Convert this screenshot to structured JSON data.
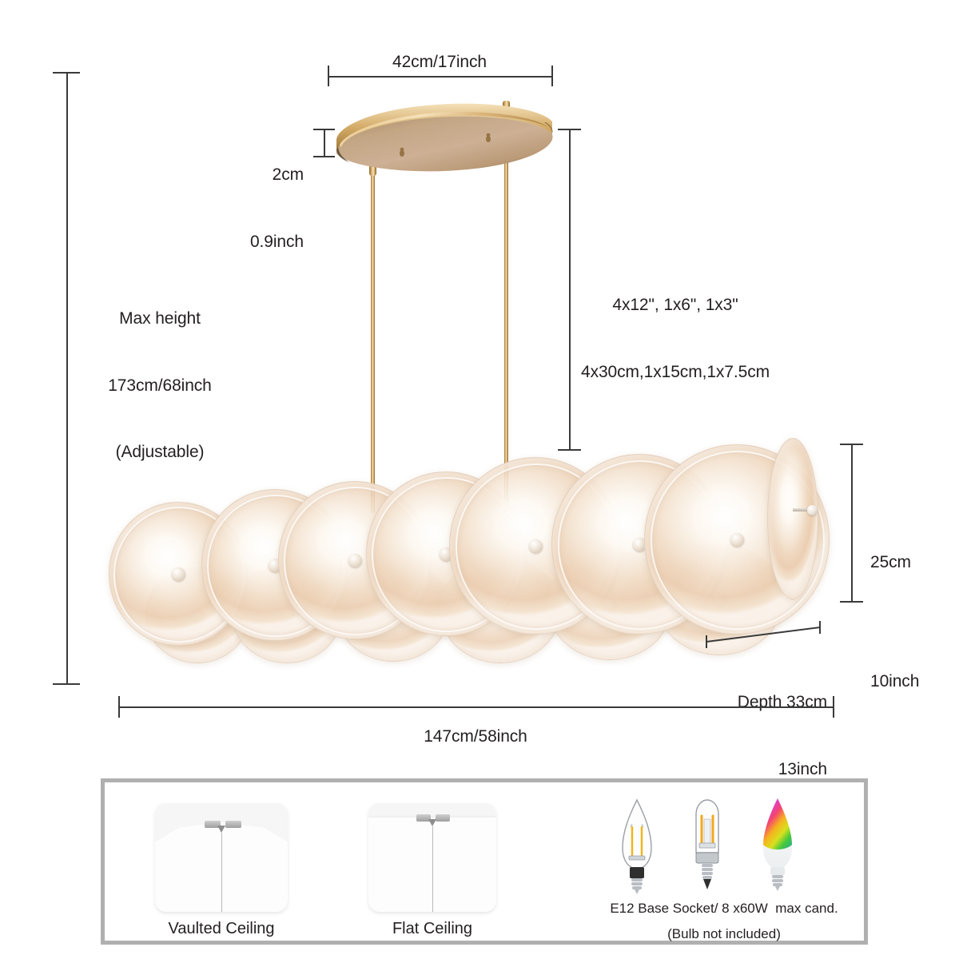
{
  "diagram": {
    "title": "Linear glass disc chandelier dimension diagram",
    "dimensions": {
      "canopy_width": "42cm/17inch",
      "canopy_thickness_line1": "2cm",
      "canopy_thickness_line2": "0.9inch",
      "max_height_line1": "Max height",
      "max_height_line2": "173cm/68inch",
      "max_height_line3": "(Adjustable)",
      "rods_line1": "4x12\", 1x6\", 1x3\"",
      "rods_line2": "4x30cm,1x15cm,1x7.5cm",
      "fixture_height_line1": "25cm",
      "fixture_height_line2": "10inch",
      "depth_line1": "Depth 33cm",
      "depth_line2": "13inch",
      "overall_width": "147cm/58inch"
    }
  },
  "bottom_panel": {
    "ceiling_options": [
      {
        "caption": "Vaulted Ceiling",
        "type": "vaulted"
      },
      {
        "caption": "Flat Ceiling",
        "type": "flat"
      }
    ],
    "bulbs": {
      "items": [
        {
          "name": "candle-filament-bulb"
        },
        {
          "name": "tubular-filament-bulb"
        },
        {
          "name": "rgb-smart-candle-bulb"
        }
      ],
      "socket_label": "E12 Base Socket/ 8 x60W  max cand.",
      "note": "(Bulb not included)"
    }
  },
  "colors": {
    "line": "#3a3a3a",
    "panel_border": "#b0b0b0",
    "brass": "#c9a063",
    "glass": "#f3e3d2",
    "text": "#231f20"
  }
}
